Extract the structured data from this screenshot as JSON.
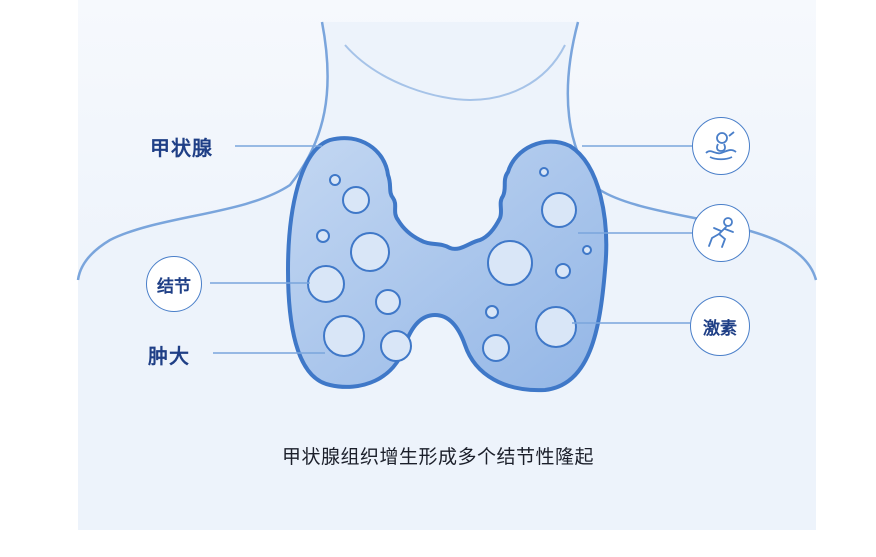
{
  "labels": {
    "thyroid": "甲状腺",
    "nodule": "结节",
    "swelling": "肿大",
    "hormone": "激素"
  },
  "caption": "甲状腺组织增生形成多个结节性隆起",
  "icons": {
    "top_right": "thyroid-cartoon-icon",
    "middle_right": "running-figure-icon"
  },
  "colors": {
    "outline": "#6b9ad6",
    "thyroid_fill": "#a9c6ec",
    "thyroid_stroke": "#3f78c8",
    "background_panel": "#eaf1fa",
    "label_text": "#1f3f86"
  }
}
